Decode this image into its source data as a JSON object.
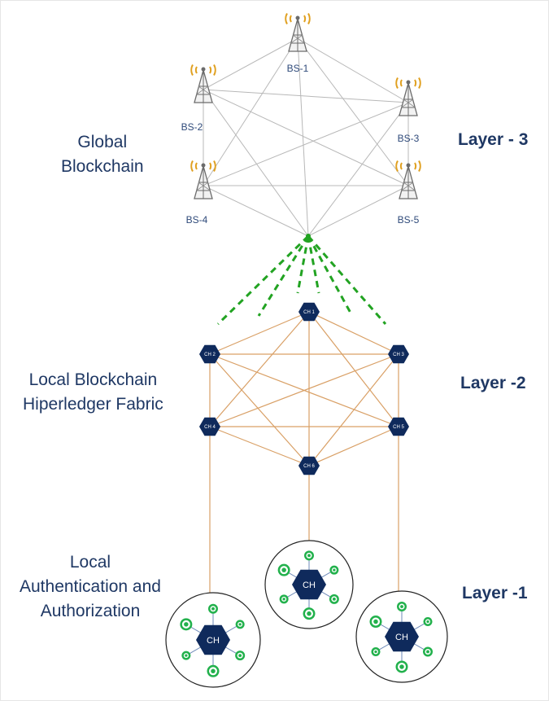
{
  "colors": {
    "text": "#1f3864",
    "hexagon": "#0f2a5c",
    "orange_link": "#d9a066",
    "gray_link": "#b8b8b8",
    "green_dash": "#22a322",
    "green_node": "#22b14c",
    "antenna_waves": "#e0a020"
  },
  "labels": {
    "global": [
      "Global",
      "Blockchain"
    ],
    "local_blockchain": [
      "Local Blockchain",
      "Hiperledger Fabric"
    ],
    "local_auth": [
      "Local",
      "Authentication and",
      "Authorization"
    ],
    "layer3": "Layer - 3",
    "layer2": "Layer -2",
    "layer1": "Layer -1"
  },
  "base_stations": [
    {
      "id": "BS-1",
      "icon": "cell-tower-icon"
    },
    {
      "id": "BS-2",
      "icon": "cell-tower-icon"
    },
    {
      "id": "BS-3",
      "icon": "cell-tower-icon"
    },
    {
      "id": "BS-4",
      "icon": "cell-tower-icon"
    },
    {
      "id": "BS-5",
      "icon": "cell-tower-icon"
    }
  ],
  "cluster_heads": [
    "CH 1",
    "CH 2",
    "CH 3",
    "CH 4",
    "CH 5",
    "CH 6"
  ],
  "clusters": [
    {
      "label": "CH",
      "members": 6
    },
    {
      "label": "CH",
      "members": 6
    },
    {
      "label": "CH",
      "members": 6
    }
  ]
}
